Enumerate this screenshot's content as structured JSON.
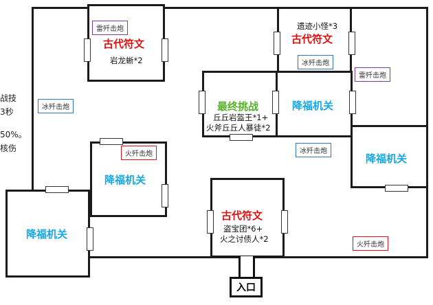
{
  "side_text": [
    "战技",
    "3秒",
    "50%。",
    "核伤"
  ],
  "rooms": {
    "top_ancient": {
      "title": "古代符文",
      "sub": "岩龙蜥*2",
      "tag": "雷歼击炮"
    },
    "top_right_ancient": {
      "title": "古代符文",
      "sub": "遗迹小怪*3",
      "tag": "冰歼击炮"
    },
    "far_right_tag": "雷歼击炮",
    "final": {
      "title": "最终挑战",
      "sub1": "丘丘岩盔王*1+",
      "sub2": "火斧丘丘人暴徒*2"
    },
    "blessing_center": {
      "title": "降福机关"
    },
    "blessing_right": {
      "title": "降福机关"
    },
    "blessing_mid_left": {
      "title": "降福机关",
      "tag": "火歼击炮"
    },
    "blessing_bottom_left": {
      "title": "降福机关"
    },
    "bottom_ancient": {
      "title": "古代符文",
      "sub1": "盗宝团*6+",
      "sub2": "火之讨债人*2"
    },
    "left_tag": "冰歼击炮",
    "center_tag": "冰歼击炮",
    "bottom_right_tag": "火歼击炮",
    "entrance": "入口"
  },
  "colors": {
    "red": "#e01010",
    "blue": "#17a8e3",
    "green": "#55b22a"
  }
}
